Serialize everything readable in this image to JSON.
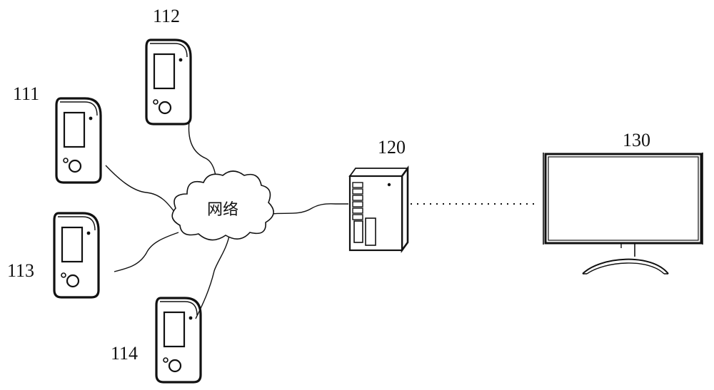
{
  "diagram": {
    "devices": [
      {
        "id": "111",
        "label": "111",
        "kind": "mobile-terminal"
      },
      {
        "id": "112",
        "label": "112",
        "kind": "mobile-terminal"
      },
      {
        "id": "113",
        "label": "113",
        "kind": "mobile-terminal"
      },
      {
        "id": "114",
        "label": "114",
        "kind": "mobile-terminal"
      }
    ],
    "network": {
      "label": "网络"
    },
    "server": {
      "label": "120"
    },
    "display": {
      "label": "130"
    },
    "connections": [
      {
        "from": "111",
        "to": "network",
        "style": "solid"
      },
      {
        "from": "112",
        "to": "network",
        "style": "solid"
      },
      {
        "from": "113",
        "to": "network",
        "style": "solid"
      },
      {
        "from": "114",
        "to": "network",
        "style": "solid"
      },
      {
        "from": "network",
        "to": "120",
        "style": "solid"
      },
      {
        "from": "120",
        "to": "130",
        "style": "dotted"
      }
    ],
    "colors": {
      "stroke": "#111111",
      "background": "#ffffff"
    }
  }
}
